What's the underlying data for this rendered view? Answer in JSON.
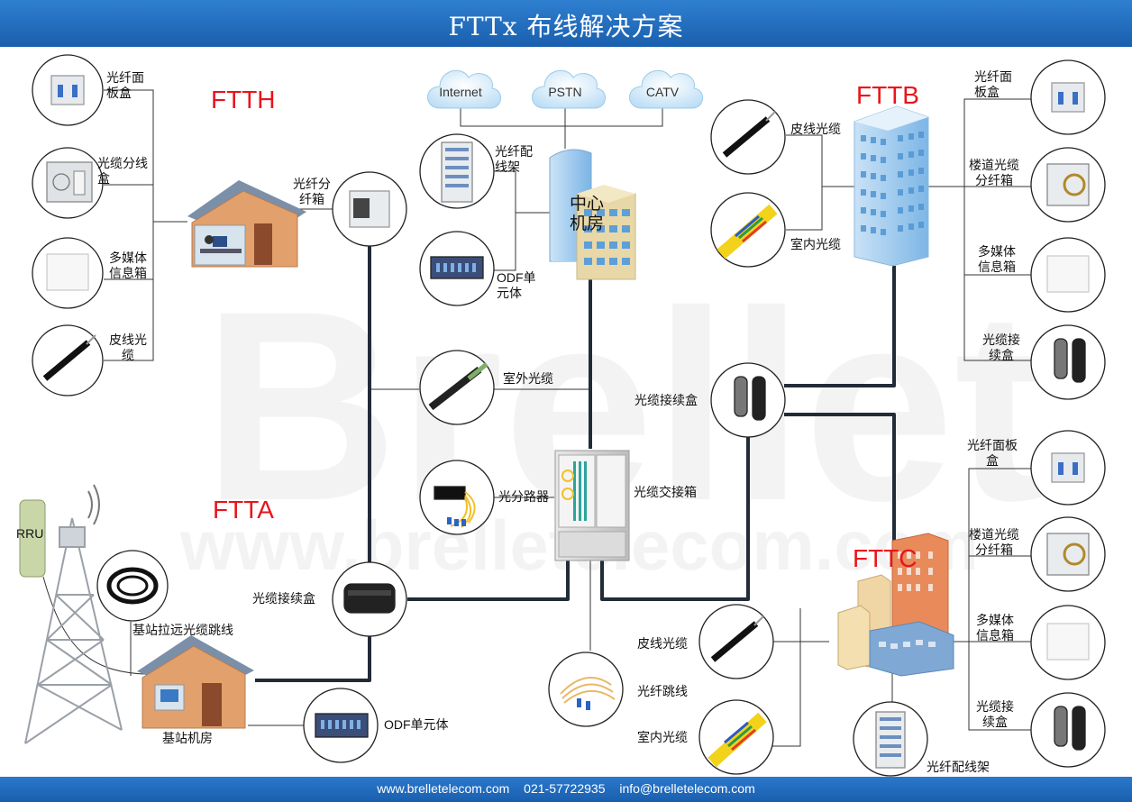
{
  "title": "FTTx 布线解决方案",
  "footer": {
    "website": "www.brelletelecom.com",
    "phone": "021-57722935",
    "email": "info@brelletelecom.com"
  },
  "watermark": {
    "brand": "Brellet",
    "url": "www.brelletelecom.com"
  },
  "colors": {
    "header": "#1a5fae",
    "red_label": "#e8141c",
    "line": "#222b38",
    "building_blue": "#8fc5ef",
    "house_wall": "#e2a06c",
    "house_roof": "#7b8fa8"
  },
  "sections": {
    "ftth": "FTTH",
    "fttb": "FTTB",
    "ftta": "FTTA",
    "fttc": "FTTC"
  },
  "clouds": {
    "internet": "Internet",
    "pstn": "PSTN",
    "catv": "CATV"
  },
  "center": {
    "line1": "中心",
    "line2": "机房"
  },
  "labels": {
    "ftth_face_box": [
      "光纤面",
      "板盒"
    ],
    "ftth_split_box": [
      "光缆分线",
      "盒"
    ],
    "ftth_media_box": [
      "多媒体",
      "信息箱"
    ],
    "ftth_drop_cable": [
      "皮线光",
      "缆"
    ],
    "ftth_fiber_dist_box": [
      "光纤分",
      "纤箱"
    ],
    "odf_rack_top": [
      "光纤配",
      "线架"
    ],
    "odf_unit_top": [
      "ODF单",
      "元体"
    ],
    "outdoor_cable": "室外光缆",
    "splitter": "光分路器",
    "cross_box": "光缆交接箱",
    "splice_left": "光缆接续盒",
    "bs_jumper": "基站拉远光缆跳线",
    "rru": "RRU",
    "base_station": "基站机房",
    "odf_unit_bottom": "ODF单元体",
    "fttb_drop": "皮线光缆",
    "fttb_indoor": "室内光缆",
    "fttb_face_box": [
      "光纤面",
      "板盒"
    ],
    "fttb_floor_box": [
      "楼道光缆",
      "分纤箱"
    ],
    "fttb_media": [
      "多媒体",
      "信息箱"
    ],
    "fttb_splice": [
      "光缆接",
      "续盒"
    ],
    "mid_splice": "光缆接续盒",
    "fttc_face_box": [
      "光纤面板",
      "盒"
    ],
    "fttc_floor_box": [
      "楼道光缆",
      "分纤箱"
    ],
    "fttc_media": [
      "多媒体",
      "信息箱"
    ],
    "fttc_splice": [
      "光缆接",
      "续盒"
    ],
    "fttc_drop": "皮线光缆",
    "fttc_jumper": "光纤跳线",
    "fttc_indoor": "室内光缆",
    "fttc_rack": "光纤配线架"
  }
}
